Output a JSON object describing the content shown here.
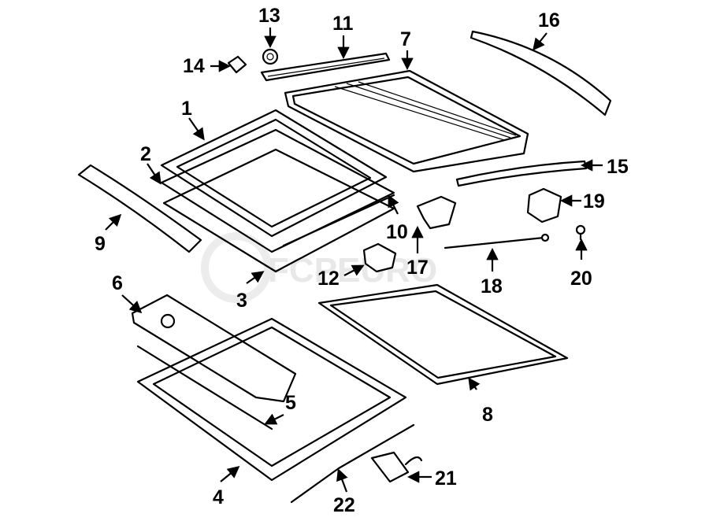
{
  "watermark": "FCPEURO",
  "callouts": [
    "1",
    "2",
    "3",
    "4",
    "5",
    "6",
    "7",
    "8",
    "9",
    "10",
    "11",
    "12",
    "13",
    "14",
    "15",
    "16",
    "17",
    "18",
    "19",
    "20",
    "21",
    "22"
  ]
}
